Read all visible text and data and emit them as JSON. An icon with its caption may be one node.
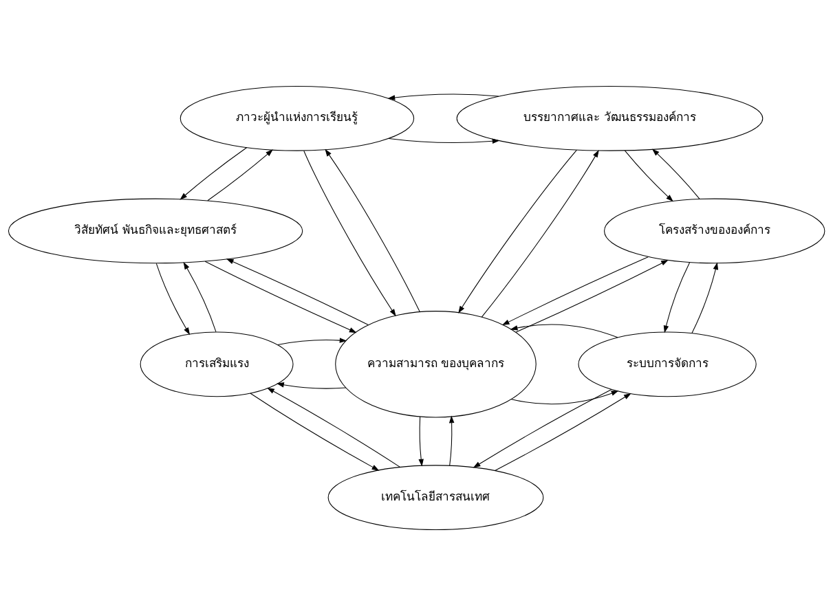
{
  "diagram": {
    "nodes": [
      {
        "text": [
          "ภาวะผู้นำแห่งการเรียนรู้"
        ]
      },
      {
        "text": [
          "บรรยากาศและ วัฒนธรรมองค์การ"
        ]
      },
      {
        "text": [
          "วิสัยทัศน์ พันธกิจและยุทธศาสตร์"
        ]
      },
      {
        "text": [
          "โครงสร้างขององค์การ"
        ]
      },
      {
        "text": [
          "ความสามารถ ของบุคลากร"
        ]
      },
      {
        "text": [
          "การเสริมแรง"
        ]
      },
      {
        "text": [
          "ระบบการจัดการ"
        ]
      },
      {
        "text": [
          "เทคโนโลยีสารสนเทศ"
        ]
      }
    ],
    "edges": [
      {
        "from": 0,
        "to": 1,
        "arrow": "to"
      },
      {
        "from": 1,
        "to": 0,
        "arrow": "to"
      },
      {
        "from": 0,
        "to": 2,
        "arrow": "to"
      },
      {
        "from": 2,
        "to": 0,
        "arrow": "to"
      },
      {
        "from": 0,
        "to": 4,
        "arrow": "to"
      },
      {
        "from": 4,
        "to": 0,
        "arrow": "to"
      },
      {
        "from": 1,
        "to": 4,
        "arrow": "to"
      },
      {
        "from": 4,
        "to": 1,
        "arrow": "to"
      },
      {
        "from": 1,
        "to": 3,
        "arrow": "to"
      },
      {
        "from": 3,
        "to": 1,
        "arrow": "to"
      },
      {
        "from": 4,
        "to": 2,
        "arrow": "to"
      },
      {
        "from": 2,
        "to": 4,
        "arrow": "to"
      },
      {
        "from": 4,
        "to": 3,
        "arrow": "to"
      },
      {
        "from": 3,
        "to": 4,
        "arrow": "to"
      },
      {
        "from": 5,
        "to": 2,
        "arrow": "to"
      },
      {
        "from": 2,
        "to": 5,
        "arrow": "to"
      },
      {
        "from": 3,
        "to": 6,
        "arrow": "to"
      },
      {
        "from": 6,
        "to": 3,
        "arrow": "to"
      },
      {
        "from": 4,
        "to": 5,
        "arrow": "to"
      },
      {
        "from": 5,
        "to": 4,
        "arrow": "to"
      },
      {
        "from": 4,
        "to": 6,
        "arrow": "to"
      },
      {
        "from": 6,
        "to": 4,
        "arrow": "to"
      },
      {
        "from": 4,
        "to": 7,
        "arrow": "to"
      },
      {
        "from": 7,
        "to": 4,
        "arrow": "to"
      },
      {
        "from": 5,
        "to": 7,
        "arrow": "to"
      },
      {
        "from": 7,
        "to": 5,
        "arrow": "to"
      },
      {
        "from": 6,
        "to": 7,
        "arrow": "to"
      },
      {
        "from": 7,
        "to": 6,
        "arrow": "to"
      }
    ]
  }
}
